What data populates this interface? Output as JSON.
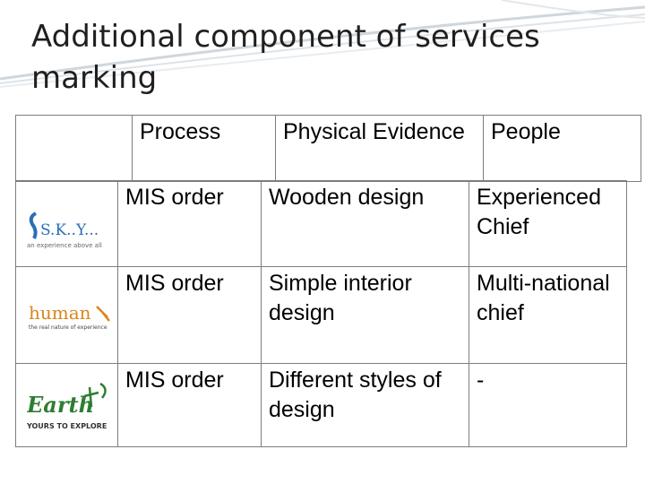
{
  "title": "Additional component of services marking",
  "table": {
    "header": [
      "",
      "Process",
      "Physical Evidence",
      "People"
    ],
    "rows": [
      {
        "logo": {
          "name": "sky-logo",
          "text": "S.K..Y...",
          "tagline": "an experience above all"
        },
        "process": "MIS order",
        "physical": "Wooden design",
        "people": "Experienced Chief"
      },
      {
        "logo": {
          "name": "human-logo",
          "text": "human",
          "tagline": "the real nature of experience"
        },
        "process": "MIS order",
        "physical": "Simple interior design",
        "people": "Multi-national chief"
      },
      {
        "logo": {
          "name": "earth-logo",
          "text": "Earth",
          "tagline": "YOURS TO EXPLORE"
        },
        "process": "MIS order",
        "physical": "Different styles of design",
        "people": "-"
      }
    ]
  },
  "colors": {
    "border": "#7d7d7d",
    "text": "#000000",
    "title": "#1f1f1f",
    "accent_blue": "#2a6fb5",
    "accent_orange": "#d9861c"
  }
}
